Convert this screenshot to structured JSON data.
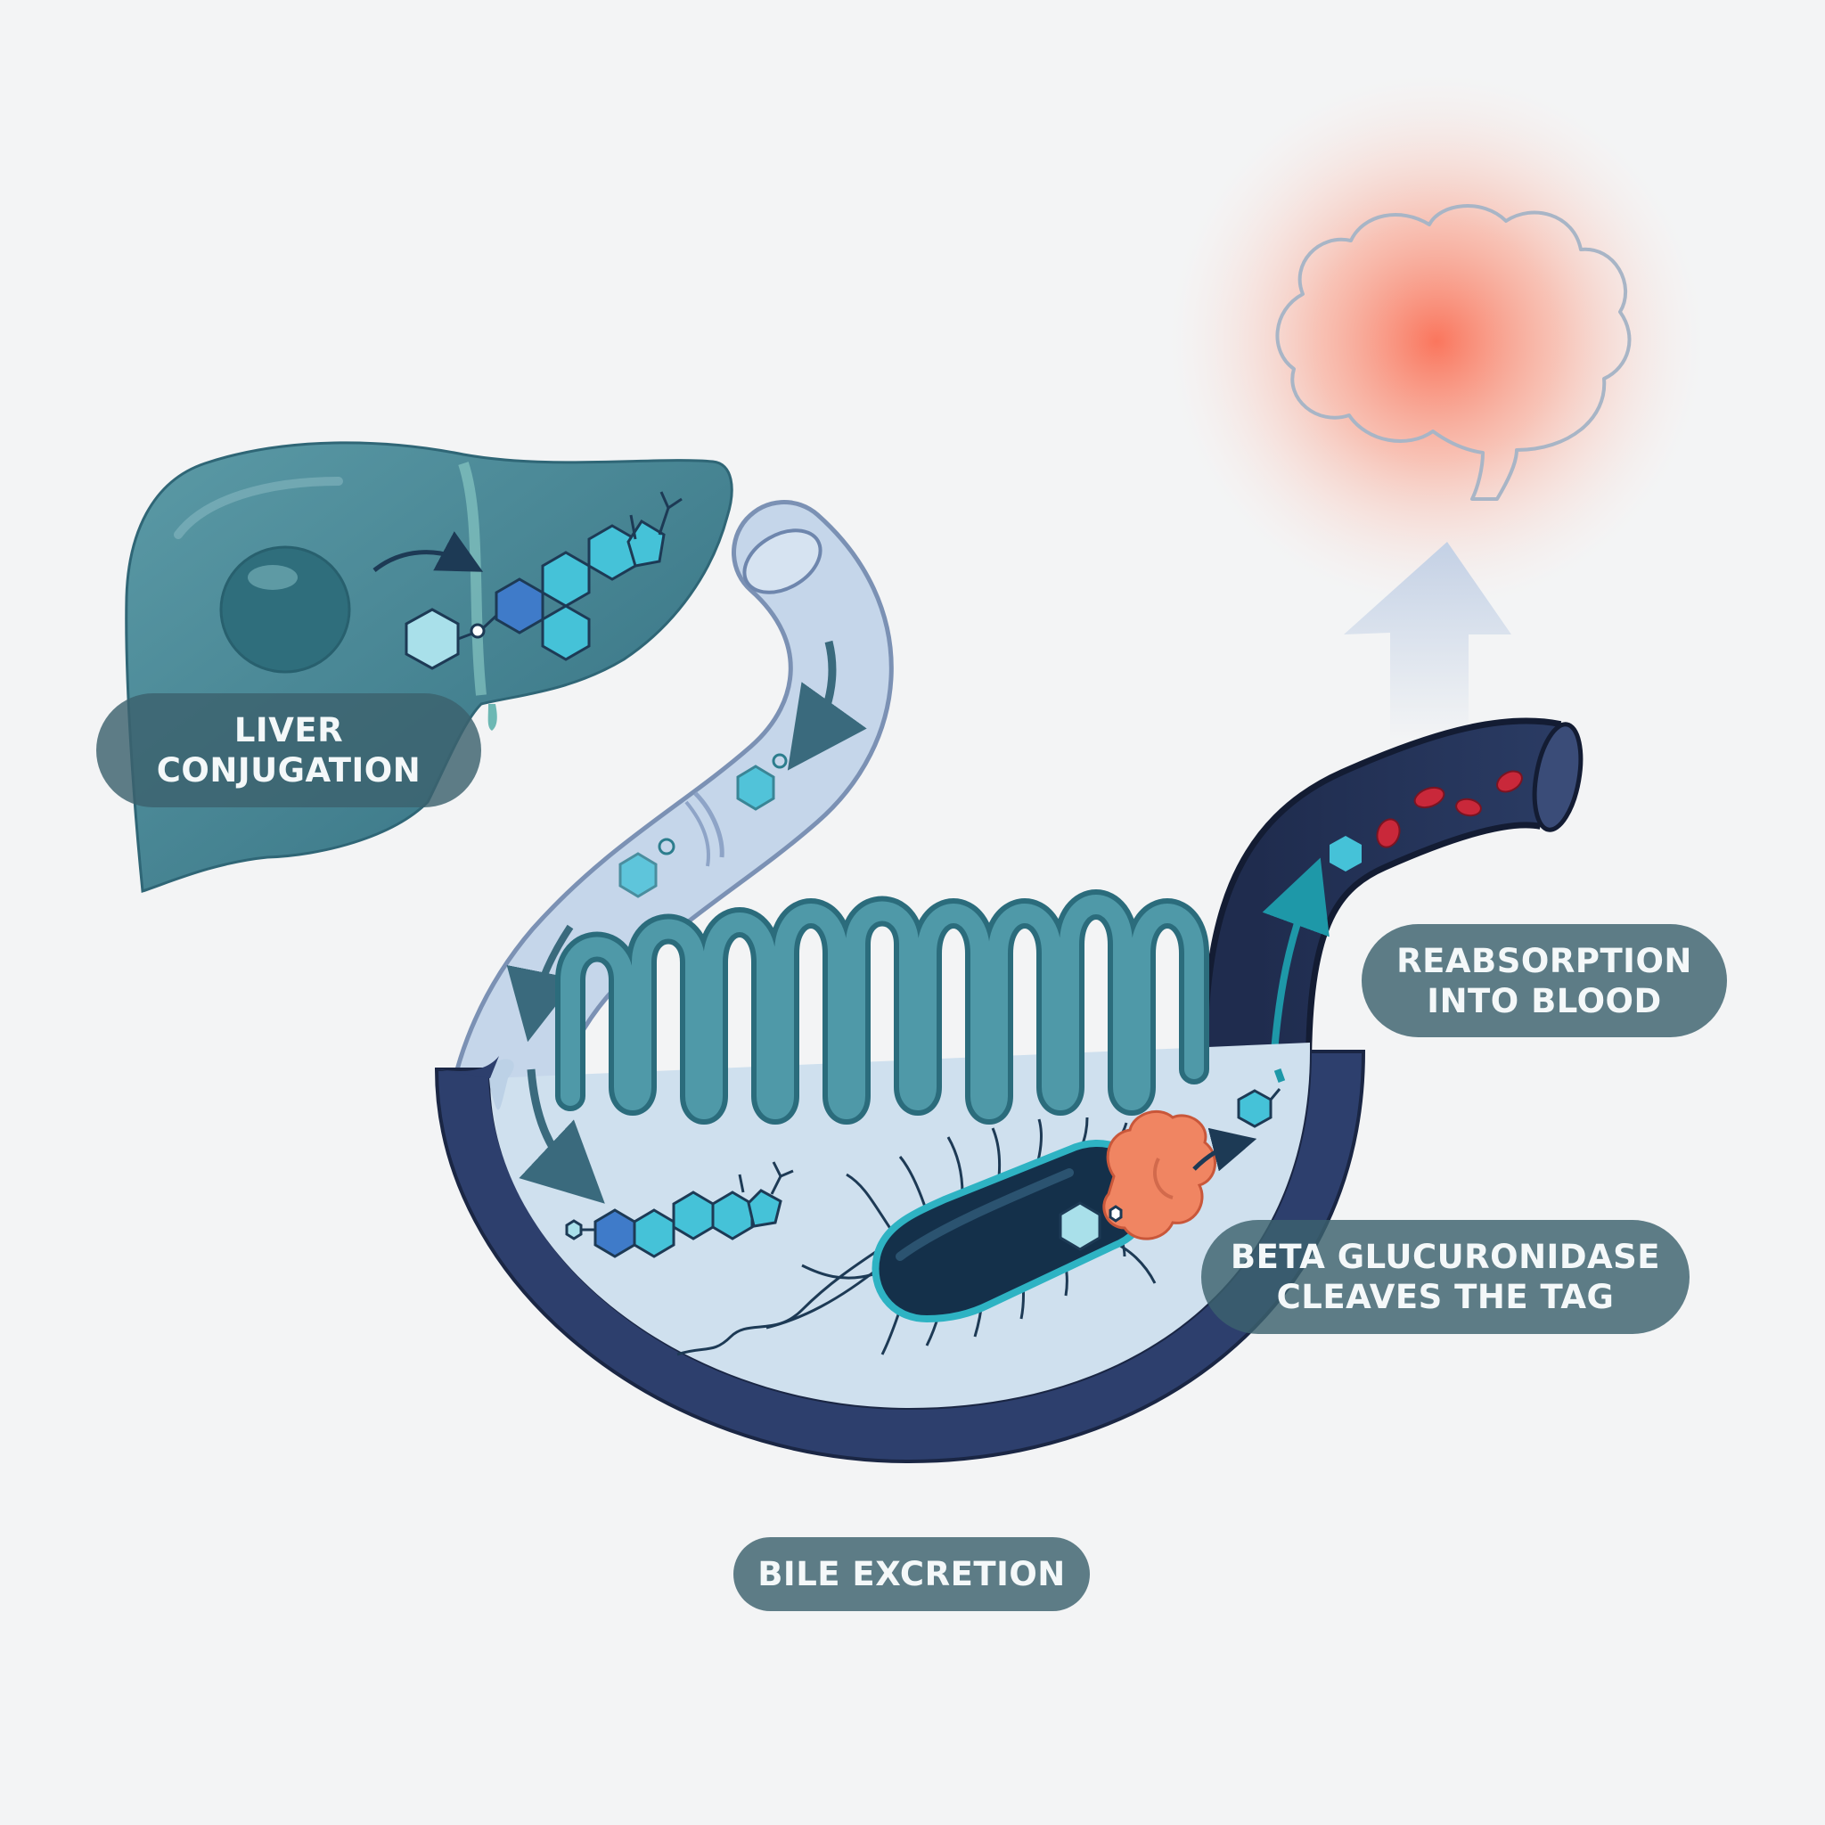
{
  "labels": {
    "liver": [
      "LIVER",
      "CONJUGATION"
    ],
    "reabsorption": [
      "REABSORPTION",
      "INTO BLOOD"
    ],
    "beta": [
      "BETA GLUCURONIDASE",
      "CLEAVES THE TAG"
    ],
    "bile": "BILE EXCRETION"
  },
  "colors": {
    "liver_fill": "#3f8494",
    "duct_fill": "#b9cde4",
    "intestine_wall": "#2d3f6d",
    "lumen_fill": "#cfe0ee",
    "villi_fill": "#3d8695",
    "vessel_fill": "#1d2b4c",
    "molecule_teal": "#45c2d8",
    "molecule_blue": "#3f7bc9",
    "bacterium_fill": "#14304a",
    "enzyme_fill": "#f08562",
    "brain_glow": "#fa6f55",
    "blood_cell": "#c9283a"
  },
  "icons": [
    "liver-icon",
    "bile-duct-icon",
    "intestine-icon",
    "villi-icon",
    "bacterium-icon",
    "enzyme-icon",
    "blood-vessel-icon",
    "brain-icon",
    "molecule-icon",
    "arrow-icon"
  ]
}
